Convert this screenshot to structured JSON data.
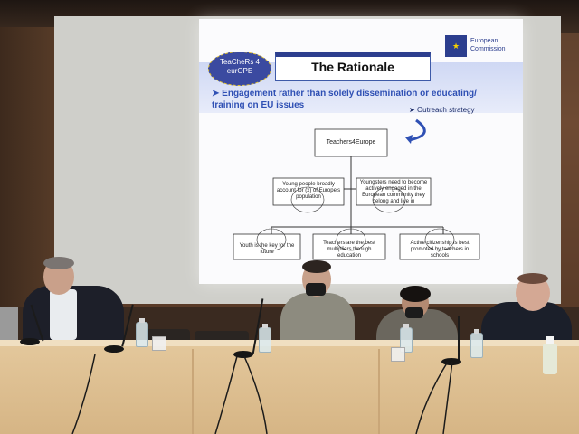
{
  "slide": {
    "title": "The Rationale",
    "logo_text": "TeaCheRs 4 eurOPE",
    "ec_text": "European Commission",
    "bullet_main": "Engagement rather than solely dissemination or educating/ training on EU issues",
    "bullet_sub": "Outreach strategy",
    "diagram": {
      "root": "Teachers4Europe",
      "level2": [
        "Young people broadly account for (x) of Europe's population",
        "Youngsters need to become actively engaged in the European community they belong and live in"
      ],
      "level3": [
        "Youth is the key for the future",
        "Teachers are the best multipliers through education",
        "Active citizenship is best promoted by teachers in schools"
      ]
    }
  },
  "colors": {
    "slide_accent": "#2f50b4",
    "table": "#e3c79b",
    "wall": "#6e4a33"
  }
}
